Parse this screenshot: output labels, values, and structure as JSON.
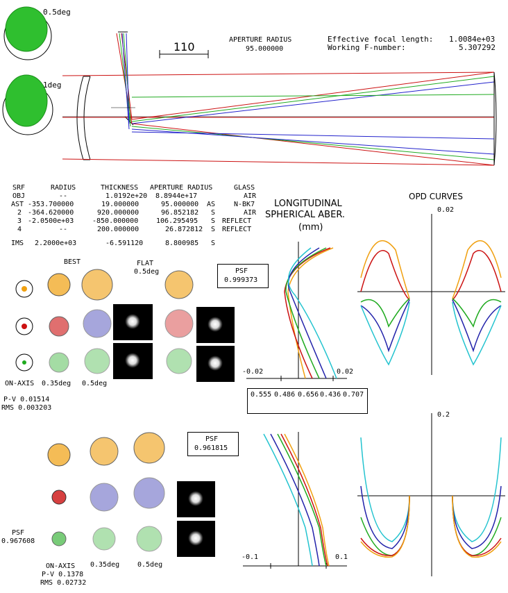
{
  "header": {
    "scale_label": "110",
    "aperture_radius_label": "APERTURE RADIUS",
    "aperture_radius_value": "95.000000",
    "efl_label": "Effective focal length:",
    "efl_value": "1.0084e+03",
    "fnum_label": "Working F-number:",
    "fnum_value": "5.307292",
    "spot_0_5deg": "0.5deg",
    "spot_1deg": "1deg"
  },
  "lens_table": {
    "headers": [
      "SRF",
      "RADIUS",
      "THICKNESS",
      "APERTURE RADIUS",
      "GLASS"
    ],
    "rows": [
      [
        "OBJ",
        "--",
        "1.0192e+20",
        "8.8944e+17",
        "",
        "AIR"
      ],
      [
        "AST",
        "-353.700000",
        "19.000000",
        "95.000000",
        "AS",
        "N-BK7"
      ],
      [
        "2",
        "-364.620000",
        "920.000000",
        "96.852182",
        "S",
        "AIR"
      ],
      [
        "3",
        "-2.0500e+03",
        "-850.000000",
        "106.295495",
        "S",
        "REFLECT"
      ],
      [
        "4",
        "--",
        "200.000000",
        "26.872812",
        "S",
        "REFLECT"
      ],
      [
        "IMS",
        "2.2000e+03",
        "-6.591120",
        "8.800985",
        "S",
        ""
      ]
    ]
  },
  "spots_top": {
    "best_label": "BEST",
    "flat_label": "FLAT",
    "flat_field": "0.5deg",
    "psf_label": "PSF",
    "psf_value": "0.999373",
    "col_labels": [
      "ON-AXIS",
      "0.35deg",
      "0.5deg"
    ],
    "pv_label": "P-V 0.01514",
    "rms_label": "RMS 0.003203"
  },
  "spots_bottom": {
    "psf_label": "PSF",
    "psf_value": "0.961815",
    "psf_left_label": "PSF",
    "psf_left_value": "0.967608",
    "col_labels": [
      "ON-AXIS",
      "0.35deg",
      "0.5deg"
    ],
    "pv_label": "P-V 0.1378",
    "rms_label": "RMS 0.02732"
  },
  "lsa": {
    "title_lines": [
      "LONGITUDINAL",
      "SPHERICAL ABER.",
      "(mm)"
    ],
    "top_xmin_label": "-0.02",
    "top_xmax_label": "0.02",
    "bot_xmin_label": "-0.1",
    "bot_xmax_label": "0.1"
  },
  "opd": {
    "title": "OPD CURVES",
    "top_max_label": "0.02",
    "bot_max_label": "0.2"
  },
  "legend": {
    "wavelengths": [
      "0.555",
      "0.486",
      "0.656",
      "0.436",
      "0.707"
    ],
    "colors": [
      "#1faa1f",
      "#2222aa",
      "#cc1111",
      "#22c3cf",
      "#f0a010"
    ],
    "markers": [
      "+",
      "triangle",
      "square",
      "x",
      "triangle-down"
    ]
  }
}
